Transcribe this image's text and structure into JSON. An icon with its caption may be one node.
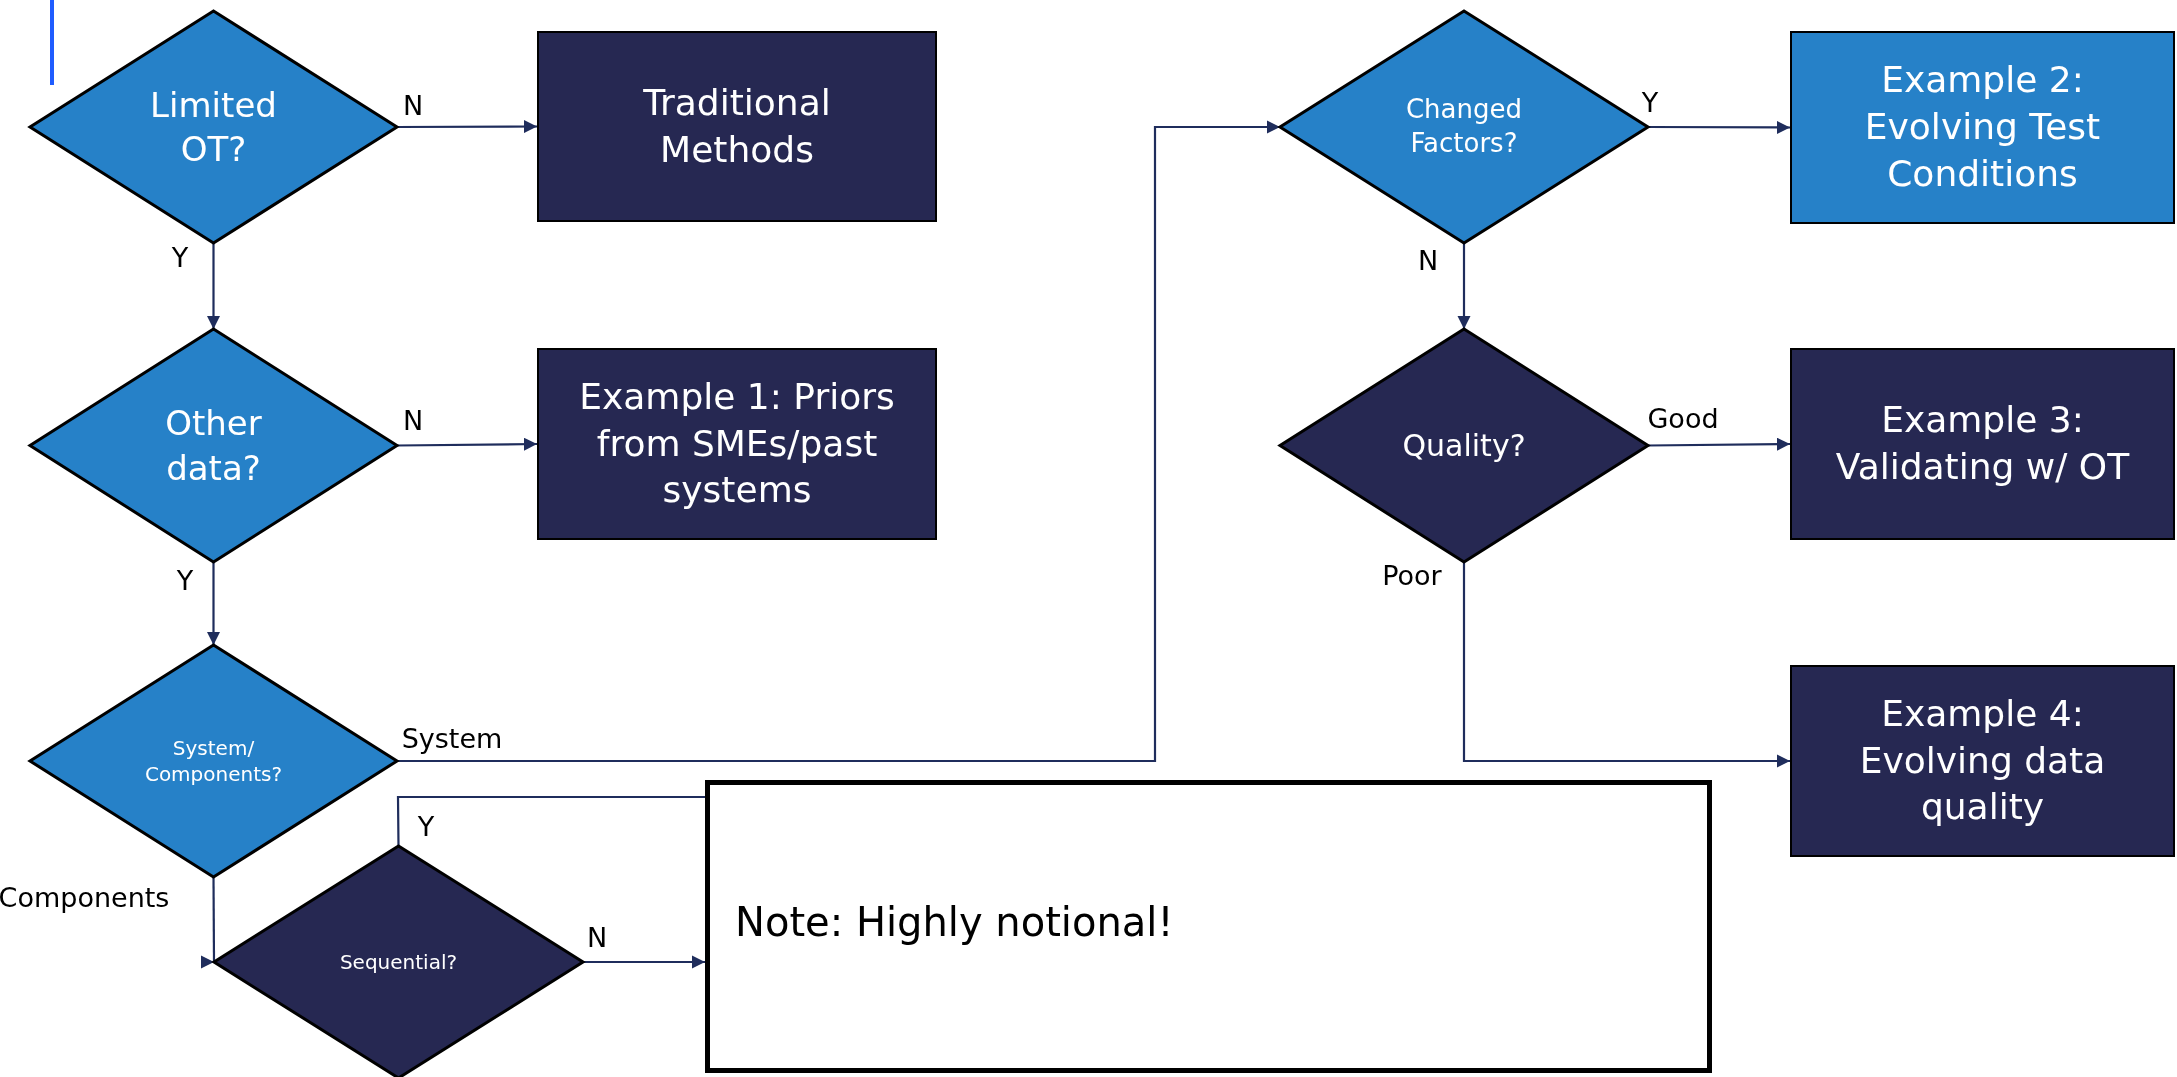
{
  "diagram": {
    "nodes": [
      {
        "text": [
          "Limited OT?"
        ]
      },
      {
        "text": [
          "Traditional Methods"
        ]
      },
      {
        "text": [
          "Other data?"
        ]
      },
      {
        "text": [
          "Example 1: Priors from SMEs/past systems"
        ]
      },
      {
        "text": [
          "System/ Components?"
        ]
      },
      {
        "text": [
          "Sequential?"
        ]
      },
      {
        "text": [
          "Note: Highly notional!"
        ]
      },
      {
        "text": [
          "Changed Factors?"
        ]
      },
      {
        "text": [
          "Example 2: Evolving Test Conditions"
        ]
      },
      {
        "text": [
          "Quality?"
        ]
      },
      {
        "text": [
          "Example 3: Validating w/ OT"
        ]
      },
      {
        "text": [
          "Example 4: Evolving data quality"
        ]
      }
    ],
    "edges": [
      {
        "from": 0,
        "to": 1,
        "arrow": "to",
        "label": "N"
      },
      {
        "from": 0,
        "to": 2,
        "arrow": "to",
        "label": "Y"
      },
      {
        "from": 2,
        "to": 3,
        "arrow": "to",
        "label": "N"
      },
      {
        "from": 2,
        "to": 4,
        "arrow": "to",
        "label": "Y"
      },
      {
        "from": 4,
        "to": 7,
        "arrow": "to",
        "label": "System"
      },
      {
        "from": 4,
        "to": 5,
        "arrow": "to",
        "label": "Components"
      },
      {
        "from": 5,
        "to": 6,
        "arrow": "none",
        "label": "Y"
      },
      {
        "from": 5,
        "to": 6,
        "arrow": "to",
        "label": "N"
      },
      {
        "from": 7,
        "to": 8,
        "arrow": "to",
        "label": "Y"
      },
      {
        "from": 7,
        "to": 9,
        "arrow": "to",
        "label": "N"
      },
      {
        "from": 9,
        "to": 10,
        "arrow": "to",
        "label": "Good"
      },
      {
        "from": 9,
        "to": 11,
        "arrow": "to",
        "label": "Poor"
      }
    ]
  }
}
